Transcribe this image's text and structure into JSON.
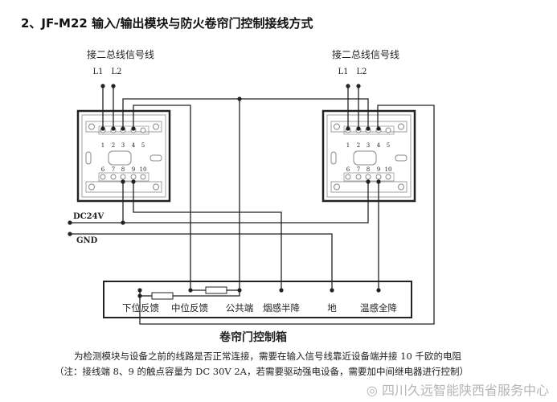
{
  "title": "2、JF-M22 输入/输出模块与防火卷帘门控制接线方式",
  "modules": [
    {
      "bus_label": "接二总线信号线",
      "l1": "L1",
      "l2": "L2"
    },
    {
      "bus_label": "接二总线信号线",
      "l1": "L1",
      "l2": "L2"
    }
  ],
  "terminal_numbers_top": [
    "1",
    "2",
    "3",
    "4",
    "5"
  ],
  "terminal_numbers_bottom": [
    "6",
    "7",
    "8",
    "9",
    "10"
  ],
  "power": {
    "dc24v": "DC24V",
    "gnd": "GND"
  },
  "control_box": {
    "name": "卷帘门控制箱",
    "terminals": [
      "下位反馈",
      "中位反馈",
      "公共端",
      "烟感半降",
      "地",
      "温感全降"
    ]
  },
  "description": "为检测模块与设备之前的线路是否正常连接，需要在输入信号线靠近设备端并接 10 千欧的电阻",
  "note": "（注：接线端 8、9 的触点容量为 DC 30V 2A，若需要驱动强电设备，需要加中间继电器进行控制）",
  "watermark": "四川久远智能陕西省服务中心",
  "colors": {
    "line": "#222222",
    "panel": "#888888"
  }
}
